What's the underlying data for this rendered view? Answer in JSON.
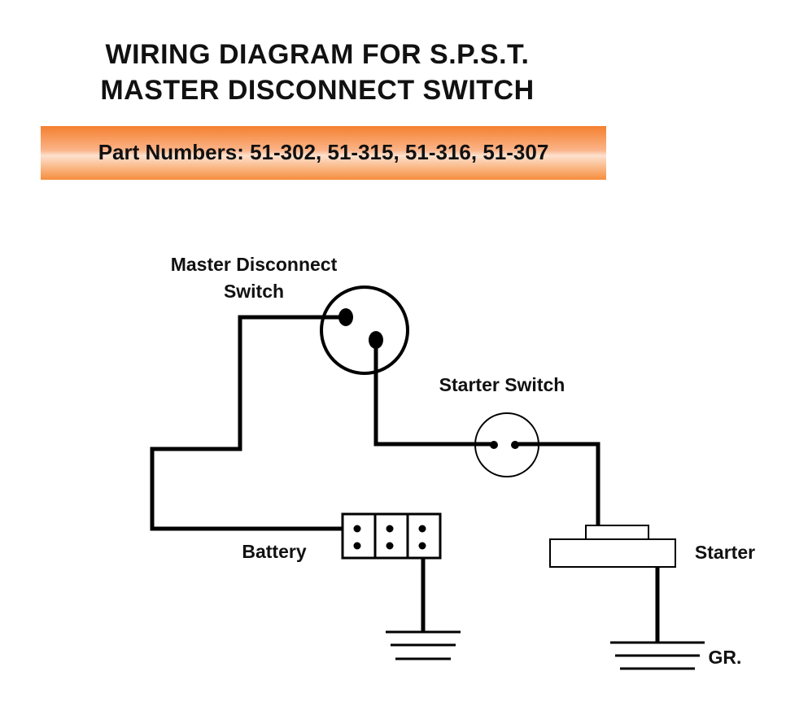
{
  "title": {
    "line1": "WIRING DIAGRAM FOR S.P.S.T.",
    "line2": "MASTER DISCONNECT SWITCH"
  },
  "banner": {
    "text": "Part Numbers: 51-302, 51-315, 51-316, 51-307"
  },
  "labels": {
    "master_switch_line1": "Master Disconnect",
    "master_switch_line2": "Switch",
    "starter_switch": "Starter Switch",
    "battery": "Battery",
    "starter": "Starter",
    "ground": "GR."
  },
  "colors": {
    "banner_orange": "#f4802f",
    "wire": "#000000"
  }
}
